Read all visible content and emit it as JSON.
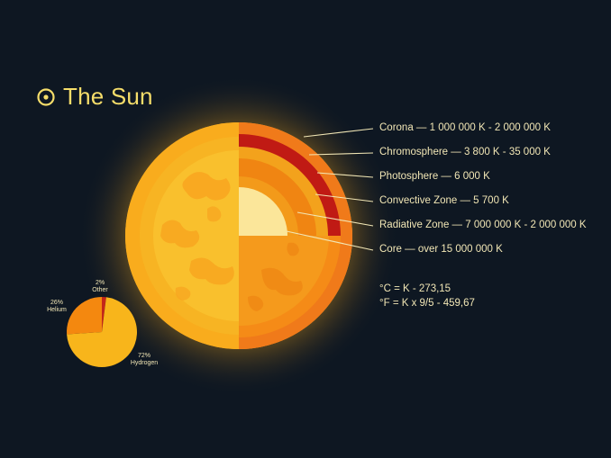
{
  "title": "The Sun",
  "layers": [
    {
      "label": "Corona —  1 000 000 K - 2 000 000 K"
    },
    {
      "label": "Chromosphere — 3 800 K - 35 000 K"
    },
    {
      "label": "Photosphere — 6 000 K"
    },
    {
      "label": "Convective Zone — 5 700 K"
    },
    {
      "label": "Radiative Zone — 7 000 000 K - 2 000 000 K"
    },
    {
      "label": "Core — over 15 000 000 K"
    }
  ],
  "formulas": {
    "celsius": "°C = K - 273,15",
    "fahrenheit": "°F = K x 9/5 - 459,67"
  },
  "composition": {
    "other": {
      "pct": "2%",
      "name": "Other",
      "value": 2
    },
    "helium": {
      "pct": "26%",
      "name": "Helium",
      "value": 26
    },
    "hydrogen": {
      "pct": "72%",
      "name": "Hydrogen",
      "value": 72
    }
  },
  "colors": {
    "background": "#0e1722",
    "title": "#f5dd6a",
    "text": "#f1e6b5",
    "corona": "#f07a1a",
    "chromosphere": "#c01a14",
    "photosphere": "#f8a11c",
    "convective": "#f08512",
    "radiative": "#f59a1c",
    "core": "#fbe69a",
    "surface": "#f7b21f",
    "hydrogen": "#f8b51b",
    "helium": "#f4880f",
    "other": "#c4261a"
  }
}
